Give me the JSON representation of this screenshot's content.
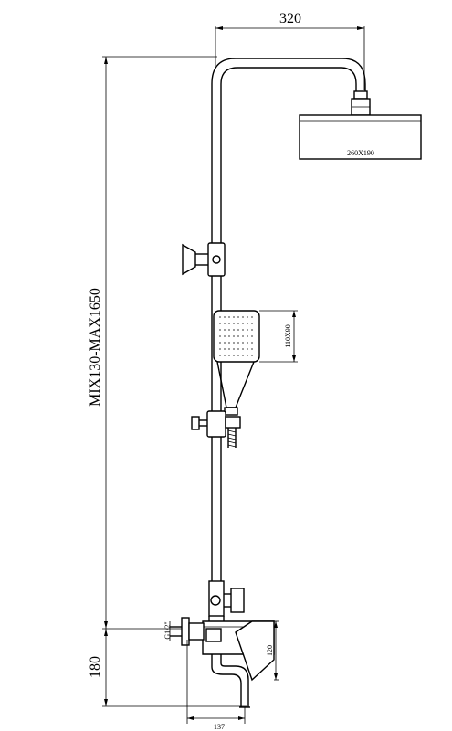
{
  "dimensions": {
    "top_width": "320",
    "total_height": "MIX130-MAX1650",
    "rain_head_size": "260X190",
    "hand_shower_size": "110X90",
    "inlet_thread": "G1/2\"",
    "mixer_height": "120",
    "spout_height": "180",
    "spout_reach": "137"
  },
  "colors": {
    "line": "#000000",
    "background": "#ffffff"
  }
}
